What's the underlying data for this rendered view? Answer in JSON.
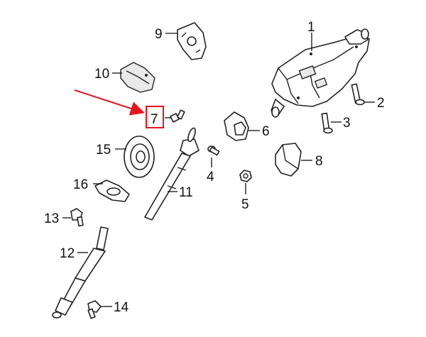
{
  "diagram": {
    "callouts": [
      {
        "id": "1",
        "label": "1"
      },
      {
        "id": "2",
        "label": "2"
      },
      {
        "id": "3",
        "label": "3"
      },
      {
        "id": "4",
        "label": "4"
      },
      {
        "id": "5",
        "label": "5"
      },
      {
        "id": "6",
        "label": "6"
      },
      {
        "id": "7",
        "label": "7"
      },
      {
        "id": "8",
        "label": "8"
      },
      {
        "id": "9",
        "label": "9"
      },
      {
        "id": "10",
        "label": "10"
      },
      {
        "id": "11",
        "label": "11"
      },
      {
        "id": "12",
        "label": "12"
      },
      {
        "id": "13",
        "label": "13"
      },
      {
        "id": "14",
        "label": "14"
      },
      {
        "id": "15",
        "label": "15"
      },
      {
        "id": "16",
        "label": "16"
      }
    ],
    "highlighted_callout": "7",
    "colors": {
      "highlight": "#e8141c",
      "line": "#222222",
      "label": "#111111"
    }
  }
}
